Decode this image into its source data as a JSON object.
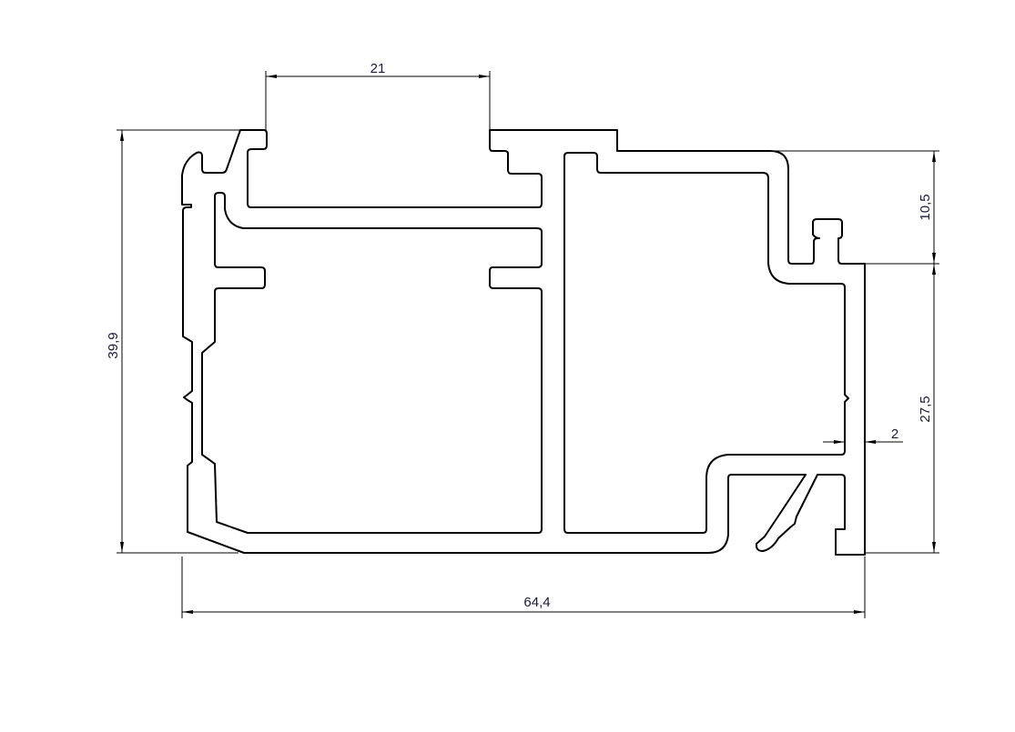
{
  "drawing": {
    "dimensions": {
      "top_opening_width": "21",
      "overall_height": "39,9",
      "right_upper_height": "10,5",
      "right_lower_height": "27,5",
      "overall_width": "64,4",
      "wall_thickness": "2"
    }
  }
}
